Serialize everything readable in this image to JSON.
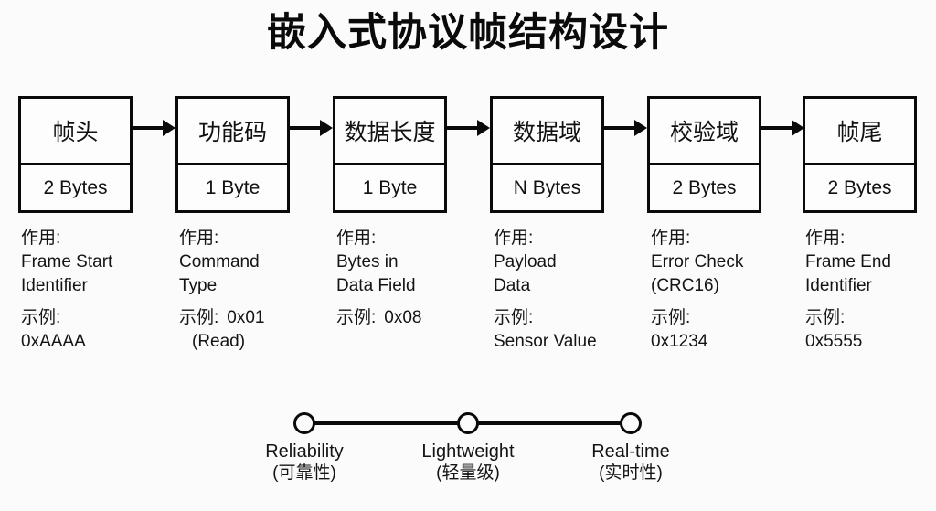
{
  "title": "嵌入式协议帧结构设计",
  "colors": {
    "ink": "#0a0a0a",
    "background": "#fbfbfb"
  },
  "fields": [
    {
      "name": "帧头",
      "size": "2 Bytes",
      "role_label": "作用:",
      "role_line1": "Frame Start",
      "role_line2": "Identifier",
      "example_label": "示例:",
      "example_inline": "",
      "example_line": "0xAAAA"
    },
    {
      "name": "功能码",
      "size": "1 Byte",
      "role_label": "作用:",
      "role_line1": "Command",
      "role_line2": "Type",
      "example_label": "示例:",
      "example_inline": "0x01",
      "example_line": "(Read)"
    },
    {
      "name": "数据长度",
      "size": "1 Byte",
      "role_label": "作用:",
      "role_line1": "Bytes in",
      "role_line2": "Data Field",
      "example_label": "示例:",
      "example_inline": "0x08",
      "example_line": ""
    },
    {
      "name": "数据域",
      "size": "N Bytes",
      "role_label": "作用:",
      "role_line1": "Payload",
      "role_line2": "Data",
      "example_label": "示例:",
      "example_inline": "",
      "example_line": "Sensor Value"
    },
    {
      "name": "校验域",
      "size": "2 Bytes",
      "role_label": "作用:",
      "role_line1": "Error Check",
      "role_line2": "(CRC16)",
      "example_label": "示例:",
      "example_inline": "",
      "example_line": "0x1234"
    },
    {
      "name": "帧尾",
      "size": "2 Bytes",
      "role_label": "作用:",
      "role_line1": "Frame End",
      "role_line2": "Identifier",
      "example_label": "示例:",
      "example_inline": "",
      "example_line": "0x5555"
    }
  ],
  "qualities": [
    {
      "en": "Reliability",
      "zh": "(可靠性)"
    },
    {
      "en": "Lightweight",
      "zh": "(轻量级)"
    },
    {
      "en": "Real-time",
      "zh": "(实时性)"
    }
  ]
}
